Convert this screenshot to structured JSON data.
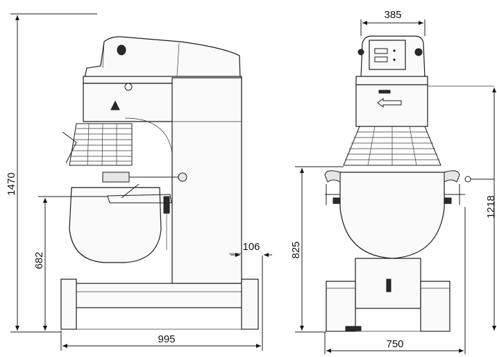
{
  "dimensions": {
    "side_height_total": "1470",
    "side_height_bowl": "682",
    "side_depth": "995",
    "side_offset": "106",
    "front_width_top": "385",
    "front_height_bowl": "825",
    "front_height_right": "1218",
    "front_width_base": "750"
  },
  "colors": {
    "line": "#1a1a1a",
    "fill": "#fafafa",
    "dark": "#2a2a2a"
  }
}
